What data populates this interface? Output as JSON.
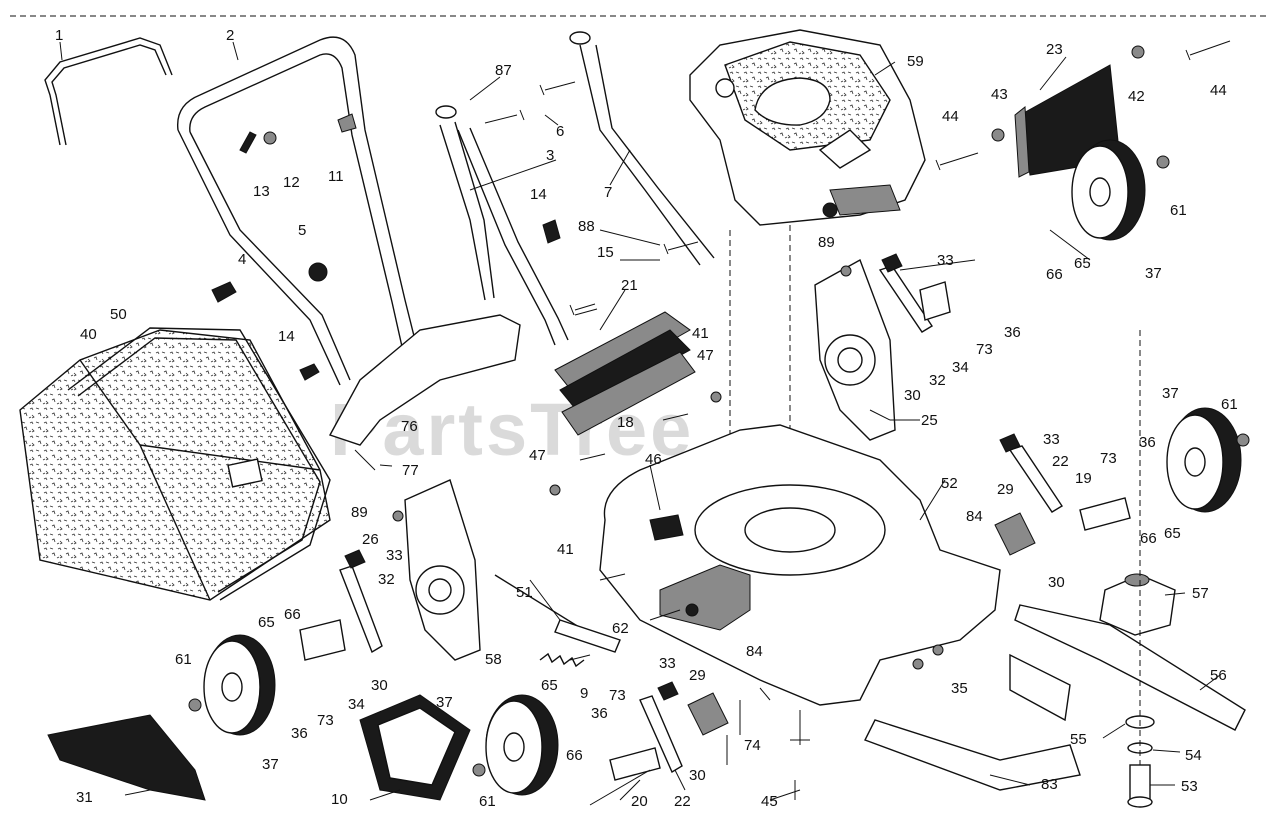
{
  "watermark": "PartsTree",
  "callouts": [
    "1",
    "2",
    "3",
    "4",
    "5",
    "6",
    "7",
    "9",
    "10",
    "11",
    "12",
    "13",
    "14",
    "15",
    "18",
    "19",
    "20",
    "21",
    "22",
    "23",
    "25",
    "26",
    "29",
    "30",
    "31",
    "32",
    "33",
    "34",
    "35",
    "36",
    "37",
    "40",
    "41",
    "42",
    "43",
    "44",
    "45",
    "46",
    "47",
    "50",
    "51",
    "52",
    "53",
    "54",
    "55",
    "56",
    "57",
    "58",
    "59",
    "61",
    "62",
    "65",
    "66",
    "73",
    "74",
    "76",
    "77",
    "83",
    "84",
    "87",
    "88",
    "89"
  ],
  "labels": {
    "n1": "1",
    "n2": "2",
    "n3": "3",
    "n4": "4",
    "n5": "5",
    "n6": "6",
    "n7": "7",
    "n9": "9",
    "n10": "10",
    "n11": "11",
    "n12": "12",
    "n13": "13",
    "n14a": "14",
    "n14b": "14",
    "n15": "15",
    "n18": "18",
    "n19": "19",
    "n20": "20",
    "n21": "21",
    "n22a": "22",
    "n22b": "22",
    "n23": "23",
    "n25": "25",
    "n26": "26",
    "n29a": "29",
    "n29b": "29",
    "n30a": "30",
    "n30b": "30",
    "n30c": "30",
    "n30d": "30",
    "n31": "31",
    "n32a": "32",
    "n32b": "32",
    "n33a": "33",
    "n33b": "33",
    "n33c": "33",
    "n33d": "33",
    "n34a": "34",
    "n34b": "34",
    "n35": "35",
    "n36a": "36",
    "n36b": "36",
    "n36c": "36",
    "n36d": "36",
    "n37a": "37",
    "n37b": "37",
    "n37c": "37",
    "n37d": "37",
    "n40": "40",
    "n41a": "41",
    "n41b": "41",
    "n42": "42",
    "n43": "43",
    "n44a": "44",
    "n44b": "44",
    "n45": "45",
    "n46": "46",
    "n47a": "47",
    "n47b": "47",
    "n50": "50",
    "n51": "51",
    "n52": "52",
    "n53": "53",
    "n54": "54",
    "n55": "55",
    "n56": "56",
    "n57": "57",
    "n58": "58",
    "n59": "59",
    "n61a": "61",
    "n61b": "61",
    "n61c": "61",
    "n61d": "61",
    "n62": "62",
    "n65a": "65",
    "n65b": "65",
    "n65c": "65",
    "n65d": "65",
    "n66a": "66",
    "n66b": "66",
    "n66c": "66",
    "n66d": "66",
    "n73a": "73",
    "n73b": "73",
    "n73c": "73",
    "n73d": "73",
    "n74": "74",
    "n76": "76",
    "n77": "77",
    "n83": "83",
    "n84a": "84",
    "n84b": "84",
    "n87": "87",
    "n88": "88",
    "n89a": "89",
    "n89b": "89"
  },
  "colors": {
    "ink": "#111111",
    "fill_dark": "#1a1a1a",
    "fill_mid": "#8a8a8a",
    "watermark": "#bdbdbd",
    "background": "#ffffff"
  }
}
